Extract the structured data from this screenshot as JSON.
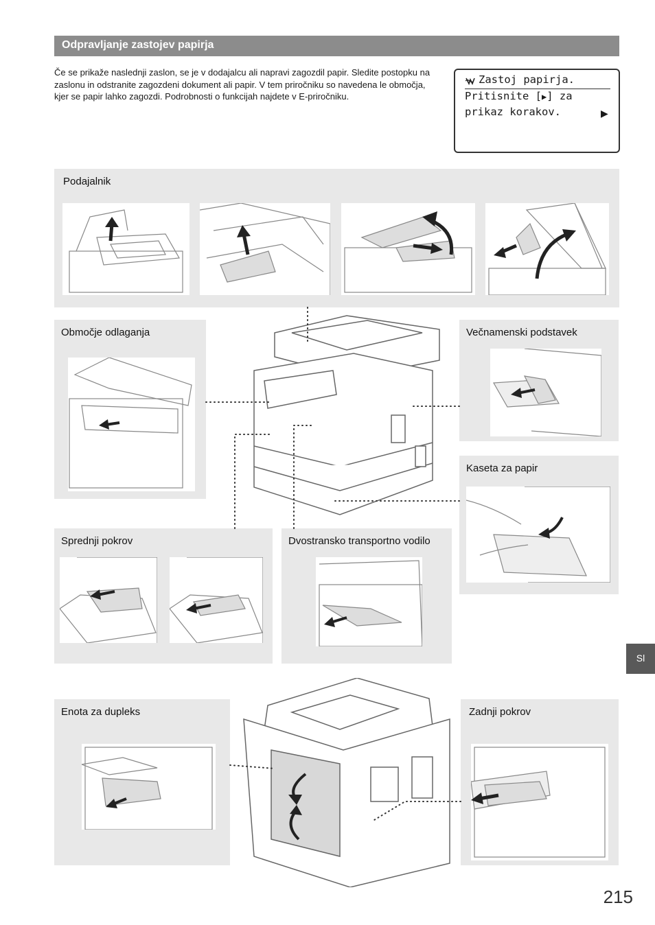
{
  "header": {
    "title": "Odpravljanje zastojev papirja"
  },
  "intro": {
    "text": "Če se prikaže naslednji zaslon, se je v dodajalcu ali napravi zagozdil papir. Sledite postopku na zaslonu in odstranite zagozdeni dokument ali papir. V tem priročniku so navedena le območja, kjer se papir lahko zagozdi. Podrobnosti o funkcijah najdete v E-priročniku."
  },
  "lcd": {
    "line1": "Zastoj papirja.",
    "line2a": "Pritisnite [",
    "line2b": "] za",
    "line3": "prikaz korakov."
  },
  "panels": {
    "feeder": "Podajalnik",
    "output": "Območje odlaganja",
    "multipurpose": "Večnamenski podstavek",
    "cassette": "Kaseta za papir",
    "front": "Sprednji pokrov",
    "duplex_guide": "Dvostransko transportno vodilo",
    "duplex_unit": "Enota za dupleks",
    "rear": "Zadnji pokrov"
  },
  "language_tab": "Sl",
  "page_number": "215"
}
